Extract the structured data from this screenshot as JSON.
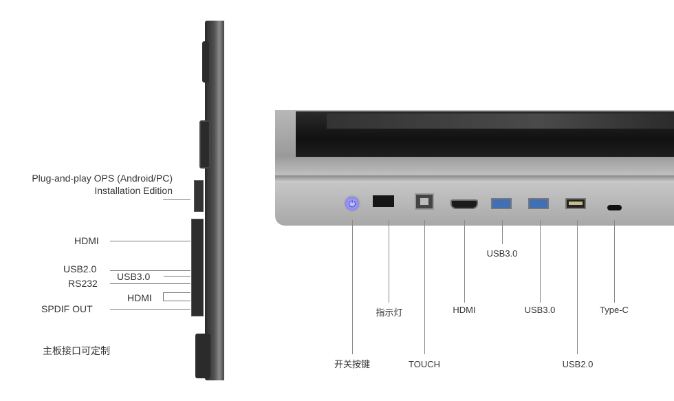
{
  "side_view": {
    "labels": {
      "ops_line1": "Plug-and-play OPS (Android/PC)",
      "ops_line2": "Installation Edition",
      "hdmi": "HDMI",
      "usb20": "USB2.0",
      "usb30": "USB3.0",
      "rs232": "RS232",
      "hdmi2": "HDMI",
      "spdif": "SPDIF OUT",
      "custom_note": "主板接口可定制"
    }
  },
  "front_view": {
    "labels": {
      "power": "开关按键",
      "indicator": "指示灯",
      "touch": "TOUCH",
      "hdmi": "HDMI",
      "usb30_a": "USB3.0",
      "usb30_b": "USB3.0",
      "usb20": "USB2.0",
      "typec": "Type-C"
    },
    "colors": {
      "power_led": "#6b6cf0",
      "usb3_blue": "#3f6fb5"
    }
  }
}
